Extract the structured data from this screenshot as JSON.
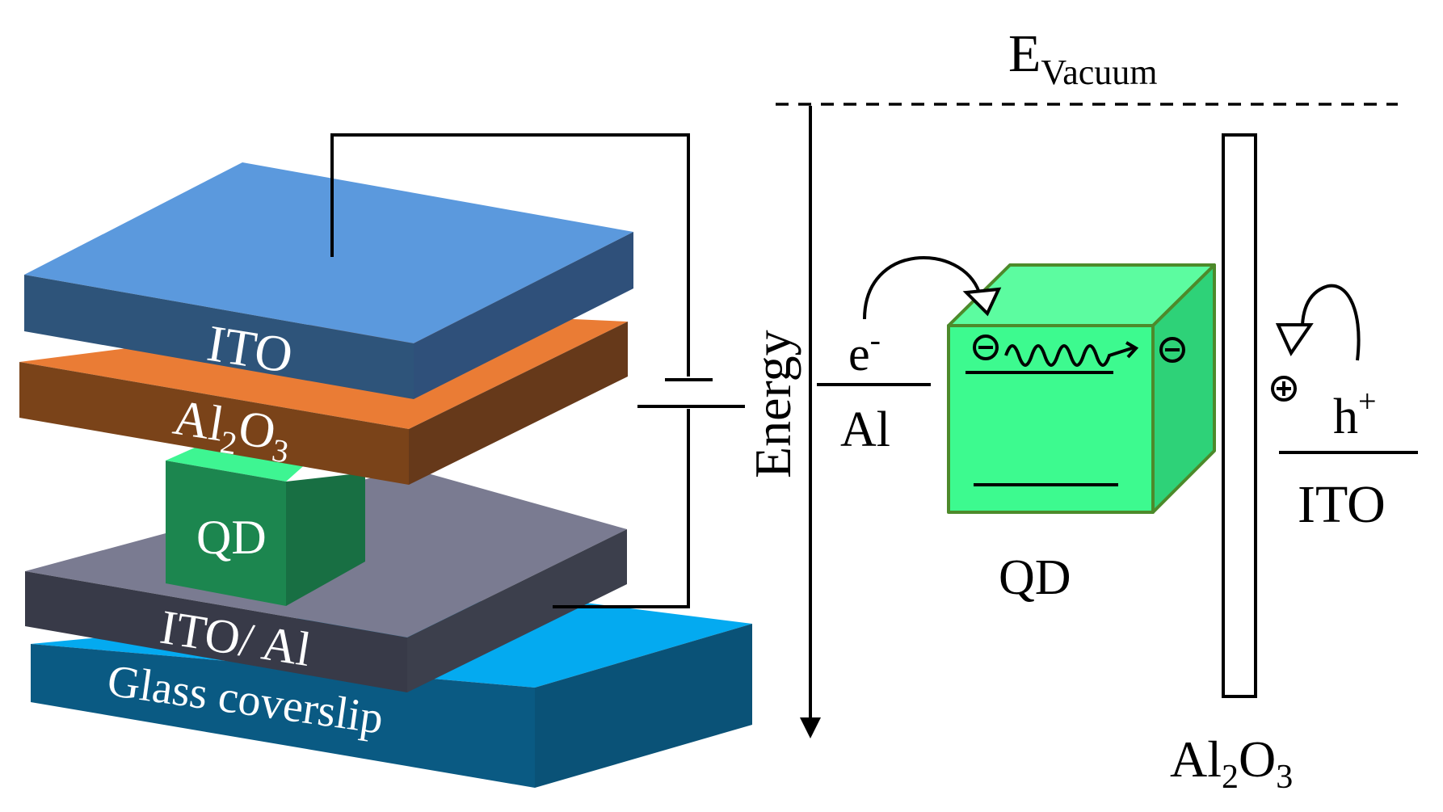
{
  "colors": {
    "ito_top": "#5b99dd",
    "ito_front": "#2e547a",
    "ito_right": "#2f507a",
    "al2o3_top": "#ea7c35",
    "al2o3_front": "#7a4319",
    "al2o3_right": "#66391a",
    "qd_top": "#3ef592",
    "qd_front": "#1c864f",
    "qd_right": "#186f43",
    "itoal_top": "#7a7b91",
    "itoal_front": "#383a48",
    "itoal_right": "#3c3f4c",
    "glass_top": "#04aaf0",
    "glass_front": "#0a5a83",
    "glass_right": "#0a5277",
    "cube_front": "#3dfa8f",
    "cube_top": "#5cfca0",
    "cube_right": "#2ed278",
    "cube_stroke": "#4d8a2b",
    "line": "#000000",
    "label_light": "#ffffff"
  },
  "device": {
    "ito_label": "ITO",
    "al2o3_label": {
      "base": "Al",
      "sub1": "2",
      "mid": "O",
      "sub2": "3"
    },
    "qd_label": "QD",
    "itoal_label": "ITO/ Al",
    "glass_label": "Glass coverslip"
  },
  "energy_diagram": {
    "vacuum_label": {
      "base": "E",
      "sub": "Vacuum"
    },
    "axis_label": "Energy",
    "electron": {
      "base": "e",
      "sup": "-"
    },
    "al_label": "Al",
    "qd_label": "QD",
    "hole": {
      "base": "h",
      "sup": "+"
    },
    "ito_label": "ITO",
    "al2o3_label": {
      "base": "Al",
      "sub1": "2",
      "mid": "O",
      "sub2": "3"
    }
  }
}
